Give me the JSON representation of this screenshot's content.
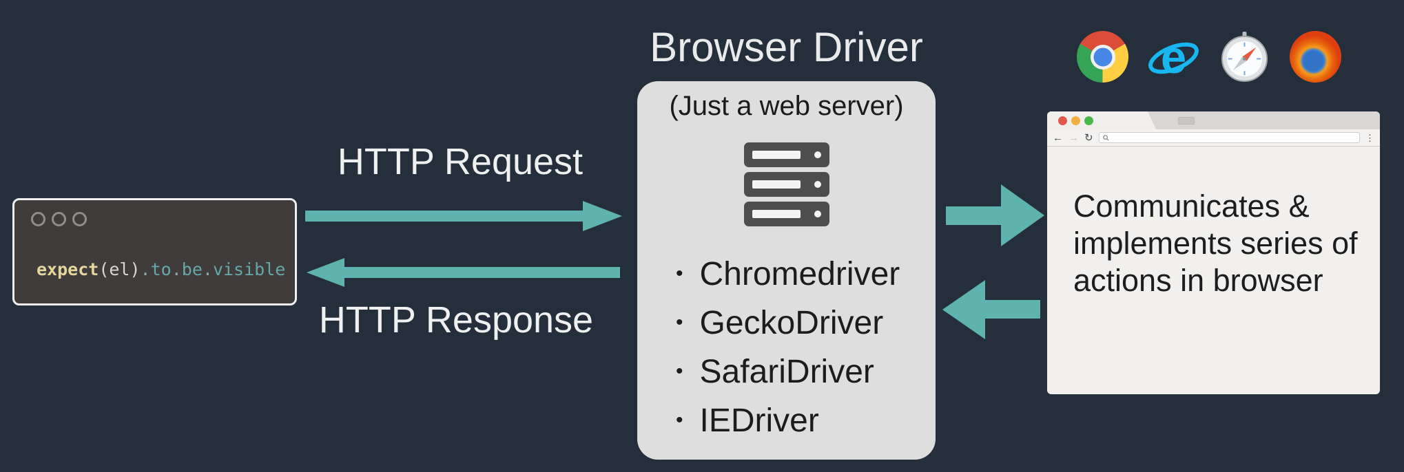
{
  "colors": {
    "background": "#242F3B",
    "arrow_teal": "#5EB3AE",
    "driver_box_bg": "#DEDEDE",
    "code_box_bg": "#3F3C3B",
    "code_fn": "#E5D69E",
    "code_chain": "#66A7A9"
  },
  "code_window": {
    "tokens": [
      {
        "text": "expect"
      },
      {
        "text": "(el)"
      },
      {
        "text": "."
      },
      {
        "text": "to"
      },
      {
        "text": "."
      },
      {
        "text": "be"
      },
      {
        "text": "."
      },
      {
        "text": "visible"
      }
    ]
  },
  "flow": {
    "request_label": "HTTP Request",
    "response_label": "HTTP Response"
  },
  "driver_box": {
    "title": "Browser Driver",
    "subtitle": "(Just a web server)",
    "server_icon": "server-stack-icon",
    "drivers": [
      {
        "bullet": "•",
        "name": "Chromedriver"
      },
      {
        "bullet": "•",
        "name": "GeckoDriver"
      },
      {
        "bullet": "•",
        "name": "SafariDriver"
      },
      {
        "bullet": "•",
        "name": "IEDriver"
      }
    ]
  },
  "browser_icons": [
    {
      "name": "chrome-icon"
    },
    {
      "name": "internet-explorer-icon"
    },
    {
      "name": "safari-icon"
    },
    {
      "name": "firefox-icon"
    }
  ],
  "browser_window": {
    "toolbar": {
      "back_glyph": "←",
      "forward_glyph": "→",
      "reload_glyph": "↻",
      "menu_glyph": "⋮"
    },
    "content": "Communicates &\nimplements series of\nactions in browser"
  }
}
